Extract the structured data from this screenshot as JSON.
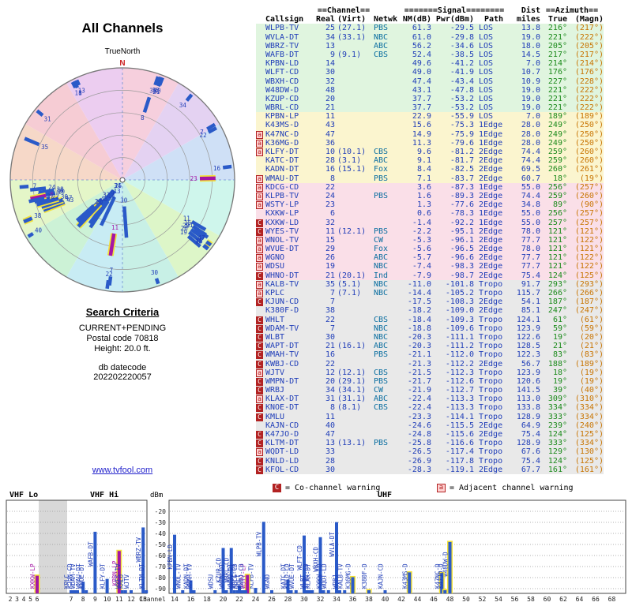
{
  "title": "All Channels",
  "true_north": "TrueNorth",
  "search": {
    "heading": "Search Criteria",
    "lines": [
      "CURRENT+PENDING",
      "Postal code 70818",
      "Height: 20.0 ft."
    ],
    "datecode_label": "db datecode",
    "datecode": "202202220057"
  },
  "link_text": "www.tvfool.com",
  "table": {
    "h1": {
      "channel": "==Channel==",
      "signal": "=======Signal========",
      "dist": "Dist",
      "azimuth": "==Azimuth=="
    },
    "h2": {
      "callsign": "Callsign",
      "real": "Real",
      "virt": "(Virt)",
      "netwk": "Netwk",
      "nm": "NM(dB)",
      "pwr": "Pwr(dBm)",
      "path": "Path",
      "miles": "miles",
      "true": "True",
      "magn": "(Magn)"
    }
  },
  "legend": {
    "c_symbol": "C",
    "c_text": "= Co-channel warning",
    "a_symbol": "a",
    "a_text": "= Adjacent channel warning"
  },
  "radar": {
    "north_label": "N",
    "wedge_colors": [
      "#f6cfdd",
      "#e4d2f2",
      "#cfe0f6",
      "#cff6ec",
      "#ddf6c8",
      "#c8f0e6",
      "#c8ecf4",
      "#ccf2d6",
      "#e4f6c8",
      "#f6d8c8",
      "#f6ccd4",
      "#eccdf0"
    ],
    "colors": {
      "digital": "#2a5ac8",
      "analog_lp": "#a515a5",
      "pending_outline": "#f3e13a"
    }
  },
  "band_chart": {
    "sections": [
      "VHF Lo",
      "VHF Hi",
      "UHF"
    ],
    "dbm_label": "dBm",
    "channel_label": "Channel",
    "y_ticks": [
      -20,
      -30,
      -40,
      -50,
      -60,
      -70,
      -80,
      -90
    ],
    "x_ticks_lo": [
      2,
      3,
      4,
      5,
      6
    ],
    "x_ticks_hi": [
      7,
      8,
      9,
      10,
      11,
      12,
      13
    ],
    "x_ticks_uhf": [
      14,
      16,
      18,
      20,
      22,
      24,
      26,
      28,
      30,
      32,
      34,
      36,
      38,
      40,
      42,
      44,
      46,
      48,
      50,
      52,
      54,
      56,
      58,
      60,
      62,
      64,
      66,
      68
    ]
  },
  "chart_data": {
    "type": "table",
    "title": "All Channels",
    "columns": [
      "Callsign",
      "Real Ch",
      "Virt Ch",
      "Network",
      "NM(dB)",
      "Pwr(dBm)",
      "Path",
      "Dist miles",
      "Azimuth True",
      "Azimuth Magn",
      "Warning"
    ],
    "rows": [
      [
        "WLPB-TV",
        25,
        "(27.1)",
        "PBS",
        61.3,
        -29.5,
        "LOS",
        13.8,
        "216°",
        "(217°)",
        ""
      ],
      [
        "WVLA-DT",
        34,
        "(33.1)",
        "NBC",
        61.0,
        -29.8,
        "LOS",
        19.0,
        "221°",
        "(222°)",
        ""
      ],
      [
        "WBRZ-TV",
        13,
        "",
        "ABC",
        56.2,
        -34.6,
        "LOS",
        18.0,
        "205°",
        "(205°)",
        ""
      ],
      [
        "WAFB-DT",
        9,
        "(9.1)",
        "CBS",
        52.4,
        -38.5,
        "LOS",
        14.5,
        "217°",
        "(217°)",
        ""
      ],
      [
        "KPBN-LD",
        14,
        "",
        "",
        49.6,
        -41.2,
        "LOS",
        7.0,
        "214°",
        "(214°)",
        ""
      ],
      [
        "WLFT-CD",
        30,
        "",
        "",
        49.0,
        -41.9,
        "LOS",
        10.7,
        "176°",
        "(176°)",
        ""
      ],
      [
        "WBXH-CD",
        32,
        "",
        "",
        47.4,
        -43.4,
        "LOS",
        10.9,
        "227°",
        "(228°)",
        ""
      ],
      [
        "W48DW-D",
        48,
        "",
        "",
        43.1,
        -47.8,
        "LOS",
        19.0,
        "221°",
        "(222°)",
        ""
      ],
      [
        "KZUP-CD",
        20,
        "",
        "",
        37.7,
        -53.2,
        "LOS",
        19.0,
        "221°",
        "(222°)",
        ""
      ],
      [
        "WBRL-CD",
        21,
        "",
        "",
        37.7,
        -53.2,
        "LOS",
        19.0,
        "221°",
        "(222°)",
        ""
      ],
      [
        "KPBN-LP",
        11,
        "",
        "",
        22.9,
        -55.9,
        "LOS",
        7.0,
        "189°",
        "(189°)",
        ""
      ],
      [
        "K43MS-D",
        43,
        "",
        "",
        15.6,
        -75.3,
        "1Edge",
        28.0,
        "249°",
        "(250°)",
        ""
      ],
      [
        "K47NC-D",
        47,
        "",
        "",
        14.9,
        -75.9,
        "1Edge",
        28.0,
        "249°",
        "(250°)",
        "a"
      ],
      [
        "K36MG-D",
        36,
        "",
        "",
        11.3,
        -79.6,
        "1Edge",
        28.0,
        "249°",
        "(250°)",
        "a"
      ],
      [
        "KLFY-DT",
        10,
        "(10.1)",
        "CBS",
        9.6,
        -81.2,
        "2Edge",
        74.4,
        "259°",
        "(260°)",
        "a"
      ],
      [
        "KATC-DT",
        28,
        "(3.1)",
        "ABC",
        9.1,
        -81.7,
        "2Edge",
        74.4,
        "259°",
        "(260°)",
        ""
      ],
      [
        "KADN-DT",
        16,
        "(15.1)",
        "Fox",
        8.4,
        -82.5,
        "2Edge",
        69.5,
        "260°",
        "(261°)",
        ""
      ],
      [
        "WMAU-DT",
        8,
        "",
        "PBS",
        7.1,
        -83.7,
        "2Edge",
        60.7,
        "18°",
        "(19°)",
        "a"
      ],
      [
        "KDCG-CD",
        22,
        "",
        "",
        3.6,
        -87.3,
        "1Edge",
        55.0,
        "256°",
        "(257°)",
        "a"
      ],
      [
        "KLPB-TV",
        24,
        "",
        "PBS",
        1.6,
        -89.3,
        "2Edge",
        74.4,
        "259°",
        "(260°)",
        "a"
      ],
      [
        "WSTY-LP",
        23,
        "",
        "",
        1.3,
        -77.6,
        "2Edge",
        34.8,
        "89°",
        "(90°)",
        "a"
      ],
      [
        "KXKW-LP",
        6,
        "",
        "",
        0.6,
        -78.3,
        "1Edge",
        55.0,
        "256°",
        "(257°)",
        ""
      ],
      [
        "KXKW-LD",
        32,
        "",
        "",
        -1.4,
        -92.2,
        "1Edge",
        55.0,
        "257°",
        "(257°)",
        "C"
      ],
      [
        "WYES-TV",
        11,
        "(12.1)",
        "PBS",
        -2.2,
        -95.1,
        "2Edge",
        78.0,
        "121°",
        "(121°)",
        "C"
      ],
      [
        "WNOL-TV",
        15,
        "",
        "CW",
        -5.3,
        -96.1,
        "2Edge",
        77.7,
        "121°",
        "(122°)",
        "a"
      ],
      [
        "WVUE-DT",
        29,
        "",
        "Fox",
        -5.6,
        -96.5,
        "2Edge",
        78.0,
        "121°",
        "(121°)",
        "a"
      ],
      [
        "WGNO",
        26,
        "",
        "ABC",
        -5.7,
        -96.6,
        "2Edge",
        77.7,
        "121°",
        "(122°)",
        "a"
      ],
      [
        "WDSU",
        19,
        "",
        "NBC",
        -7.4,
        -98.3,
        "2Edge",
        77.7,
        "121°",
        "(122°)",
        "a"
      ],
      [
        "WHNO-DT",
        21,
        "(20.1)",
        "Ind",
        -7.9,
        -98.7,
        "2Edge",
        75.4,
        "124°",
        "(125°)",
        "C"
      ],
      [
        "KALB-TV",
        35,
        "(5.1)",
        "NBC",
        -11.0,
        -101.8,
        "Tropo",
        91.7,
        "293°",
        "(293°)",
        "a"
      ],
      [
        "KPLC",
        7,
        "(7.1)",
        "NBC",
        -14.4,
        -105.2,
        "Tropo",
        115.7,
        "266°",
        "(266°)",
        "a"
      ],
      [
        "KJUN-CD",
        7,
        "",
        "",
        -17.5,
        -108.3,
        "2Edge",
        54.1,
        "187°",
        "(187°)",
        "C"
      ],
      [
        "K380F-D",
        38,
        "",
        "",
        -18.2,
        -109.0,
        "2Edge",
        85.1,
        "247°",
        "(247°)",
        ""
      ],
      [
        "WHLT",
        22,
        "",
        "CBS",
        -18.4,
        -109.3,
        "Tropo",
        124.1,
        "61°",
        "(61°)",
        "C"
      ],
      [
        "WDAM-TV",
        7,
        "",
        "NBC",
        -18.8,
        -109.6,
        "Tropo",
        123.9,
        "59°",
        "(59°)",
        "C"
      ],
      [
        "WLBT",
        30,
        "",
        "NBC",
        -20.3,
        -111.1,
        "Tropo",
        122.6,
        "19°",
        "(20°)",
        "C"
      ],
      [
        "WAPT-DT",
        21,
        "(16.1)",
        "ABC",
        -20.3,
        -111.2,
        "Tropo",
        128.5,
        "21°",
        "(21°)",
        "C"
      ],
      [
        "WMAH-TV",
        16,
        "",
        "PBS",
        -21.1,
        -112.0,
        "Tropo",
        122.3,
        "83°",
        "(83°)",
        "C"
      ],
      [
        "KWBJ-CD",
        22,
        "",
        "",
        -21.3,
        -112.2,
        "2Edge",
        56.7,
        "188°",
        "(189°)",
        "C"
      ],
      [
        "WJTV",
        12,
        "(12.1)",
        "CBS",
        -21.5,
        -112.3,
        "Tropo",
        123.9,
        "18°",
        "(19°)",
        "a"
      ],
      [
        "WMPN-DT",
        20,
        "(29.1)",
        "PBS",
        -21.7,
        -112.6,
        "Tropo",
        120.6,
        "19°",
        "(19°)",
        "C"
      ],
      [
        "WRBJ",
        34,
        "(34.1)",
        "CW",
        -21.9,
        -112.7,
        "Tropo",
        141.5,
        "39°",
        "(40°)",
        "C"
      ],
      [
        "KLAX-DT",
        31,
        "(31.1)",
        "ABC",
        -22.4,
        -113.3,
        "Tropo",
        113.0,
        "309°",
        "(310°)",
        "a"
      ],
      [
        "KNOE-DT",
        8,
        "(8.1)",
        "CBS",
        -22.4,
        -113.3,
        "Tropo",
        133.8,
        "334°",
        "(334°)",
        "C"
      ],
      [
        "KMLU",
        11,
        "",
        "",
        -23.3,
        -114.1,
        "Tropo",
        128.9,
        "333°",
        "(334°)",
        "C"
      ],
      [
        "KAJN-CD",
        40,
        "",
        "",
        -24.6,
        -115.5,
        "2Edge",
        64.9,
        "239°",
        "(240°)",
        ""
      ],
      [
        "K47JO-D",
        47,
        "",
        "",
        -24.8,
        -115.6,
        "2Edge",
        75.4,
        "124°",
        "(125°)",
        "C"
      ],
      [
        "KLTM-DT",
        13,
        "(13.1)",
        "PBS",
        -25.8,
        -116.6,
        "Tropo",
        128.9,
        "333°",
        "(334°)",
        "C"
      ],
      [
        "WQDT-LD",
        33,
        "",
        "",
        -26.5,
        -117.4,
        "Tropo",
        67.6,
        "129°",
        "(130°)",
        "a"
      ],
      [
        "KNLD-LD",
        28,
        "",
        "",
        -26.9,
        -117.8,
        "Tropo",
        75.4,
        "124°",
        "(125°)",
        "C"
      ],
      [
        "KFOL-CD",
        30,
        "",
        "",
        -28.3,
        -119.1,
        "2Edge",
        67.7,
        "161°",
        "(161°)",
        "C"
      ]
    ]
  }
}
